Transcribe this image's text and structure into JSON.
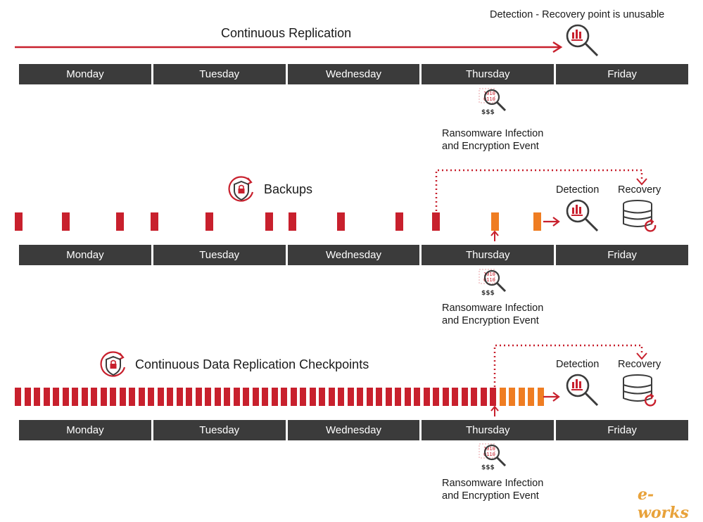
{
  "days": [
    "Monday",
    "Tuesday",
    "Wednesday",
    "Thursday",
    "Friday"
  ],
  "section1": {
    "title": "Continuous Replication",
    "detection_label": "Detection - Recovery point is unusable",
    "event_line1": "Ransomware Infection",
    "event_line2": "and Encryption Event"
  },
  "section2": {
    "title": "Backups",
    "detection_label": "Detection",
    "recovery_label": "Recovery",
    "event_line1": "Ransomware Infection",
    "event_line2": "and Encryption Event"
  },
  "section3": {
    "title": "Continuous Data Replication Checkpoints",
    "detection_label": "Detection",
    "recovery_label": "Recovery",
    "event_line1": "Ransomware Infection",
    "event_line2": "and Encryption Event"
  },
  "icon_text": {
    "binary_1": "1010",
    "binary_2": "0110",
    "currency": "$$$"
  },
  "watermark": "e-works",
  "colors": {
    "red": "#c8202d",
    "orange": "#ef7d22",
    "day_bar": "#3b3b3b"
  }
}
